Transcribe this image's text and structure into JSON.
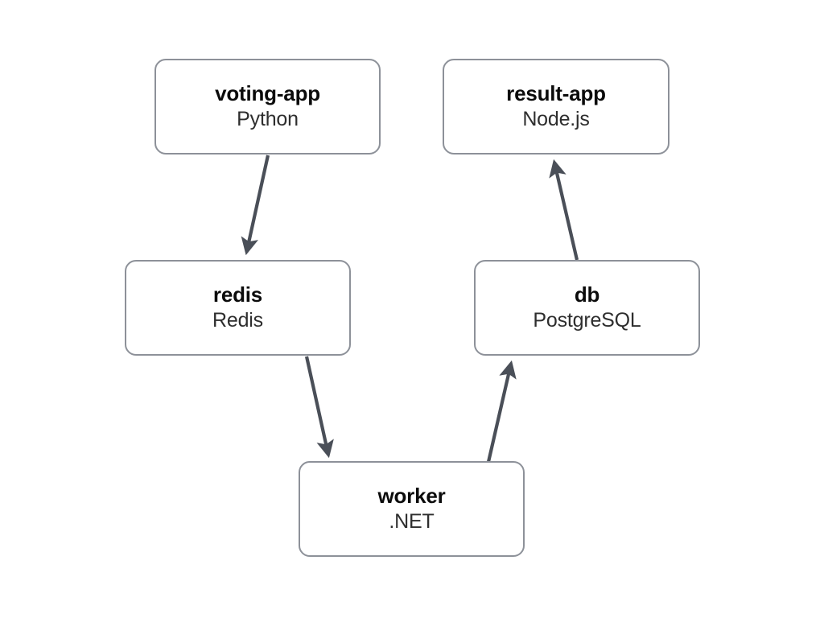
{
  "diagram": {
    "type": "service-architecture-graph",
    "background_color": "#ffffff",
    "node_border_color": "#8d9199",
    "node_fill_color": "#ffffff",
    "edge_color": "#4a4f58",
    "title_color": "#0b0b0b",
    "subtitle_color": "#2e2e2e",
    "nodes": [
      {
        "id": "voting-app",
        "title": "voting-app",
        "subtitle": "Python"
      },
      {
        "id": "result-app",
        "title": "result-app",
        "subtitle": "Node.js"
      },
      {
        "id": "redis",
        "title": "redis",
        "subtitle": "Redis"
      },
      {
        "id": "db",
        "title": "db",
        "subtitle": "PostgreSQL"
      },
      {
        "id": "worker",
        "title": "worker",
        "subtitle": ".NET"
      }
    ],
    "edges": [
      {
        "id": "voting-app-to-redis",
        "from": "voting-app",
        "to": "redis",
        "label": ""
      },
      {
        "id": "redis-to-worker",
        "from": "redis",
        "to": "worker",
        "label": ""
      },
      {
        "id": "worker-to-db",
        "from": "worker",
        "to": "db",
        "label": ""
      },
      {
        "id": "db-to-result-app",
        "from": "db",
        "to": "result-app",
        "label": ""
      }
    ]
  }
}
